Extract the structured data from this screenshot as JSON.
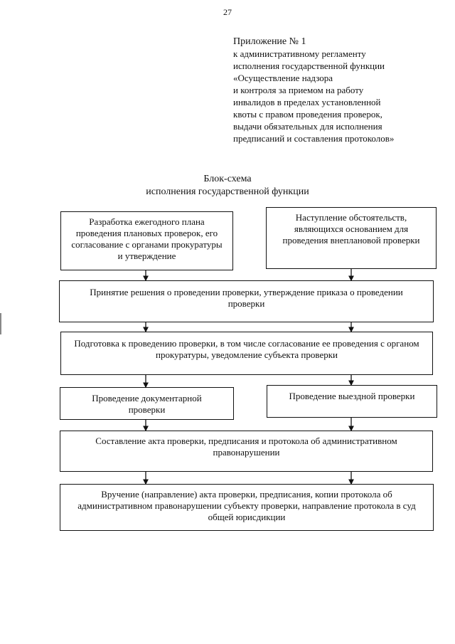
{
  "page_number": "27",
  "appendix": {
    "heading": "Приложение № 1",
    "lines": [
      "к административному регламенту",
      "исполнения государственной функции",
      "«Осуществление надзора",
      "и контроля за приемом на работу",
      "инвалидов в пределах установленной",
      "квоты с правом проведения проверок,",
      "выдачи обязательных для исполнения",
      "предписаний и составления протоколов»"
    ]
  },
  "scheme_title": {
    "line1": "Блок-схема",
    "line2": "исполнения государственной функции"
  },
  "blocks": {
    "planned_plan": "Разработка ежегодного плана проведения плановых проверок, его согласование с органами прокуратуры и утверждение",
    "unplanned_grounds": "Наступление обстоятельств, являющихся основанием для проведения внеплановой проверки",
    "decision": "Принятие решения о проведении проверки, утверждение приказа о проведении проверки",
    "preparation": "Подготовка к проведению проверки, в том числе согласование ее проведения с органом прокуратуры, уведомление субъекта проверки",
    "documentary_check": "Проведение документарной проверки",
    "onsite_check": "Проведение выездной проверки",
    "act_drafting": "Составление акта проверки, предписания и протокола об административном правонарушении",
    "delivery": "Вручение (направление) акта проверки, предписания, копии протокола об административном правонарушении субъекту проверки, направление протокола в суд общей юрисдикции"
  }
}
